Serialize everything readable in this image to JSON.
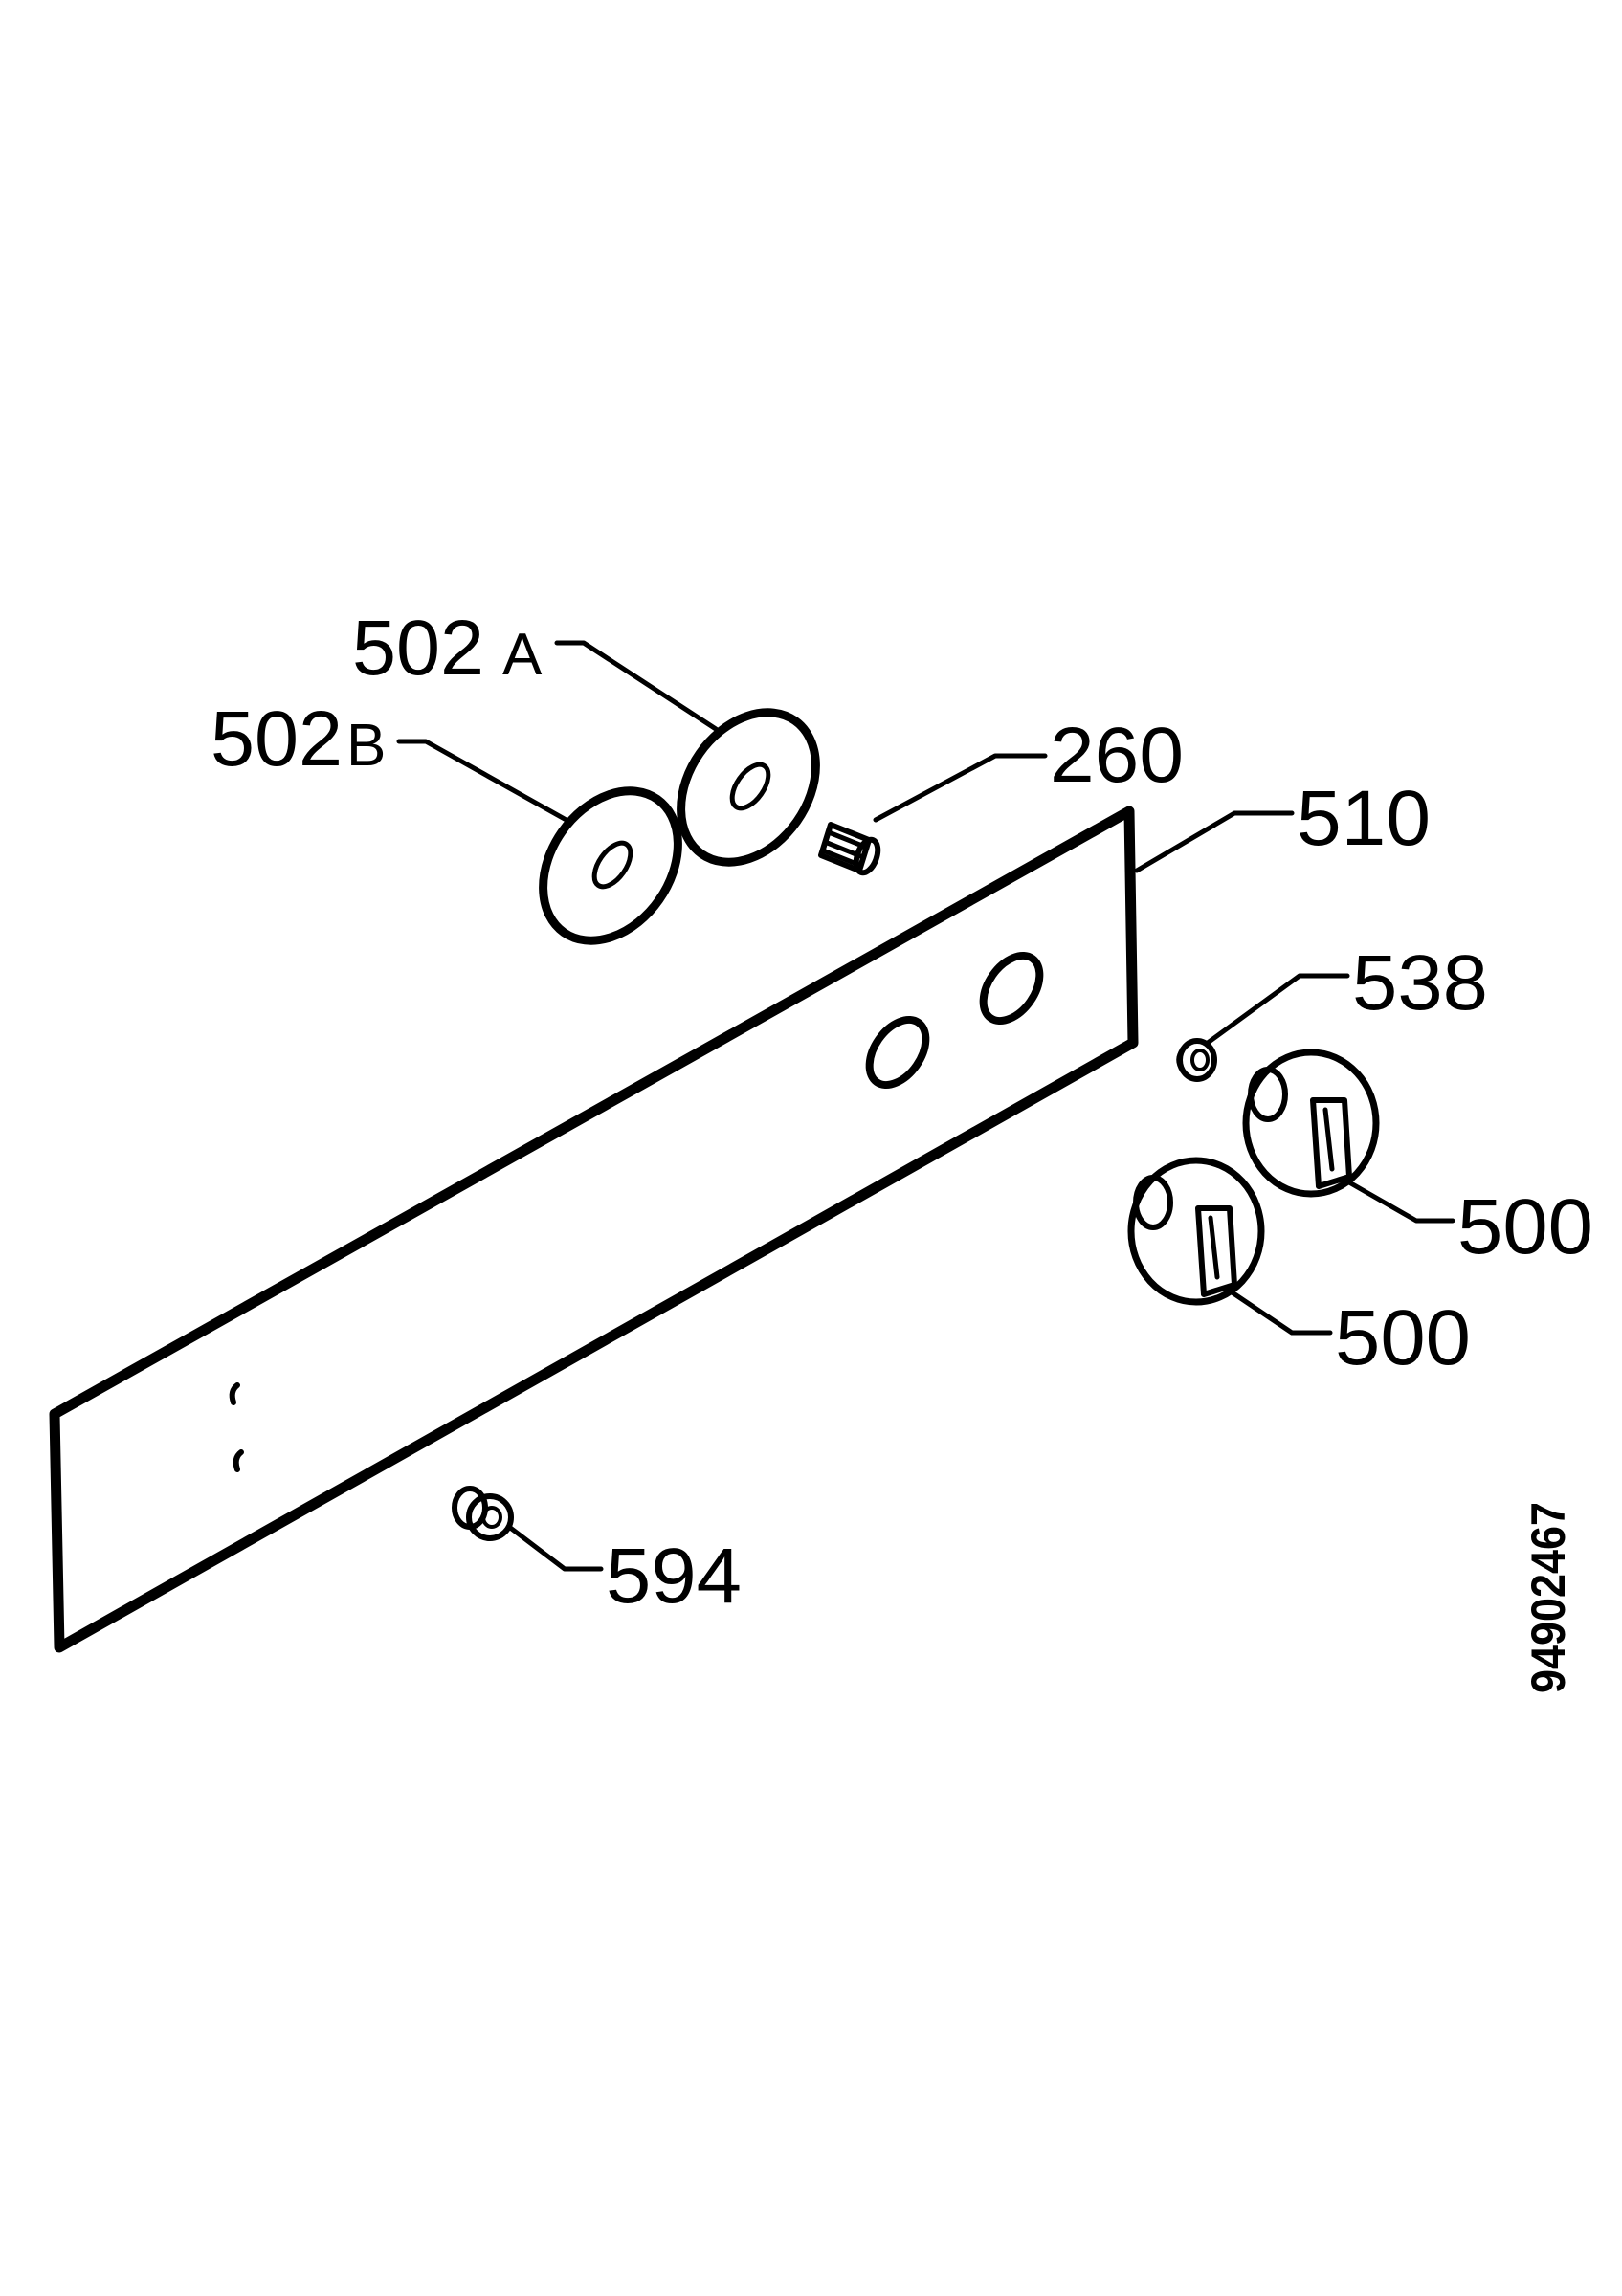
{
  "labels": {
    "part_502a_num": "502",
    "part_502a_suffix": "A",
    "part_502b_num": "502",
    "part_502b_suffix": "B",
    "part_260": "260",
    "part_510": "510",
    "part_538": "538",
    "part_500_upper": "500",
    "part_500_lower": "500",
    "part_594": "594"
  },
  "document_number": "94902467"
}
